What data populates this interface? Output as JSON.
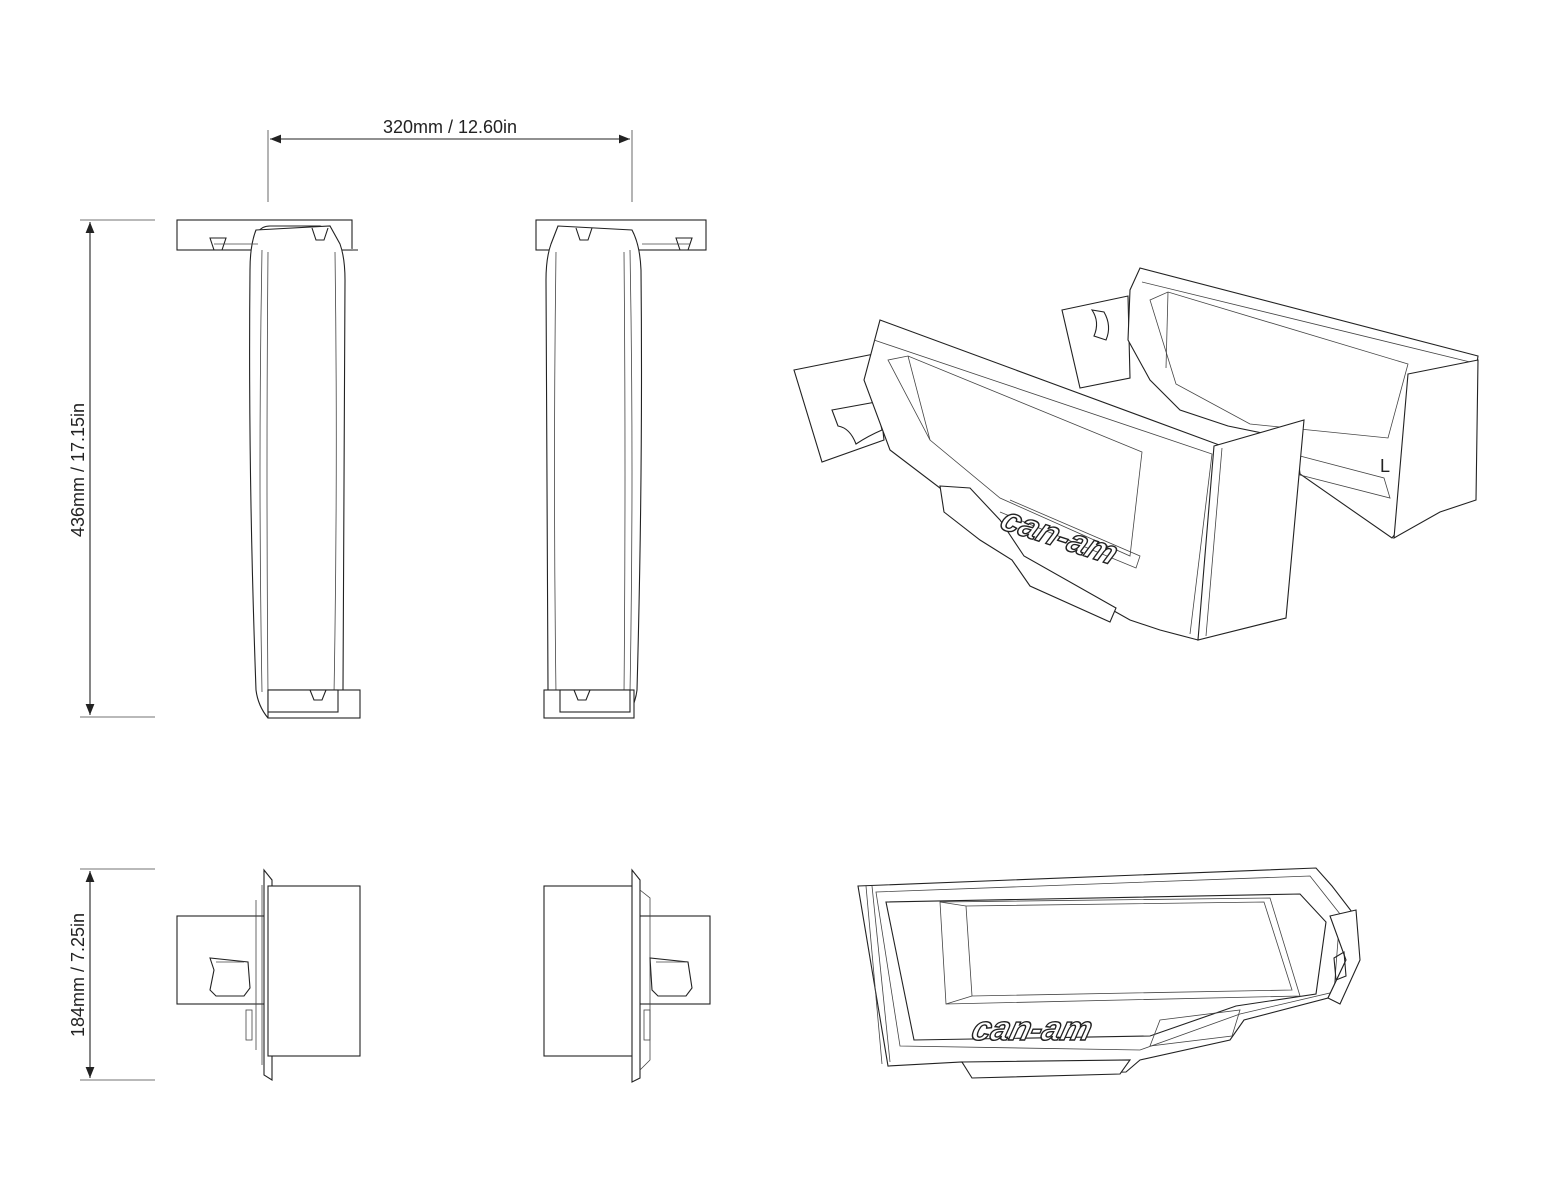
{
  "dimensions": {
    "width": "320mm / 12.60in",
    "height": "436mm / 17.15in",
    "depth": "184mm / 7.25in"
  },
  "labels": {
    "side_marker": "L",
    "logo": "can-am"
  },
  "colors": {
    "line": "#222222",
    "background": "#ffffff"
  }
}
